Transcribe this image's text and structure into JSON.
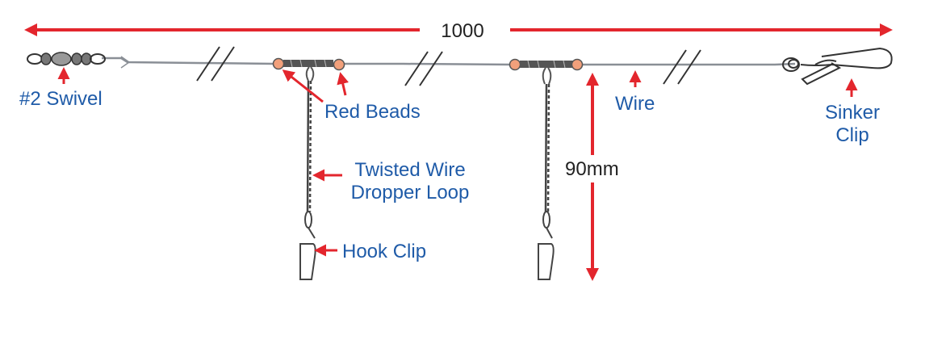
{
  "colors": {
    "label": "#1f5ba8",
    "arrow": "#e3262d",
    "wire": "#8a8f96",
    "bead": "#f2a07b",
    "dark": "#333333"
  },
  "dimensions": {
    "total_length": "1000",
    "dropper_length": "90mm"
  },
  "labels": {
    "swivel": "#2 Swivel",
    "red_beads": "Red Beads",
    "wire": "Wire",
    "sinker_clip": [
      "Sinker",
      "Clip"
    ],
    "dropper_loop": [
      "Twisted Wire",
      "Dropper Loop"
    ],
    "hook_clip": "Hook Clip"
  }
}
